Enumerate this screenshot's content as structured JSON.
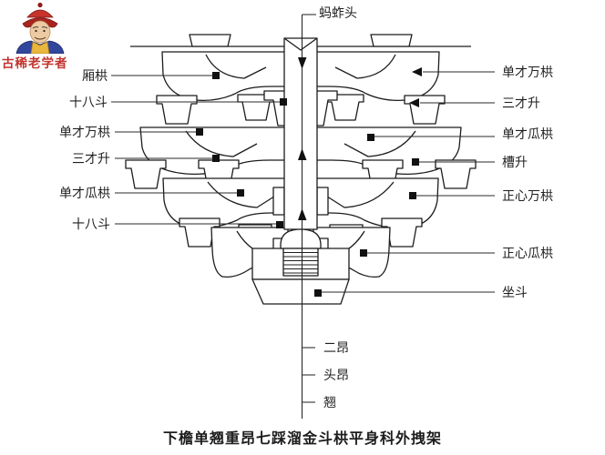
{
  "watermark": {
    "name": "古稀老学者"
  },
  "diagram": {
    "caption": "下檐单翘重昂七踩溜金斗栱平身科外拽架",
    "labels": {
      "top": "蚂蚱头",
      "left": [
        "厢栱",
        "十八斗",
        "单才万栱",
        "三才升",
        "单才瓜栱",
        "十八斗"
      ],
      "right": [
        "单才万栱",
        "三才升",
        "单才瓜栱",
        "槽升",
        "正心万栱",
        "正心瓜栱",
        "坐斗"
      ],
      "bottom": [
        "二昂",
        "头昂",
        "翘"
      ]
    },
    "colors": {
      "line": "#1c1c1c",
      "label_text": "#1f1f1f",
      "watermark_red": "#c2342e"
    }
  }
}
